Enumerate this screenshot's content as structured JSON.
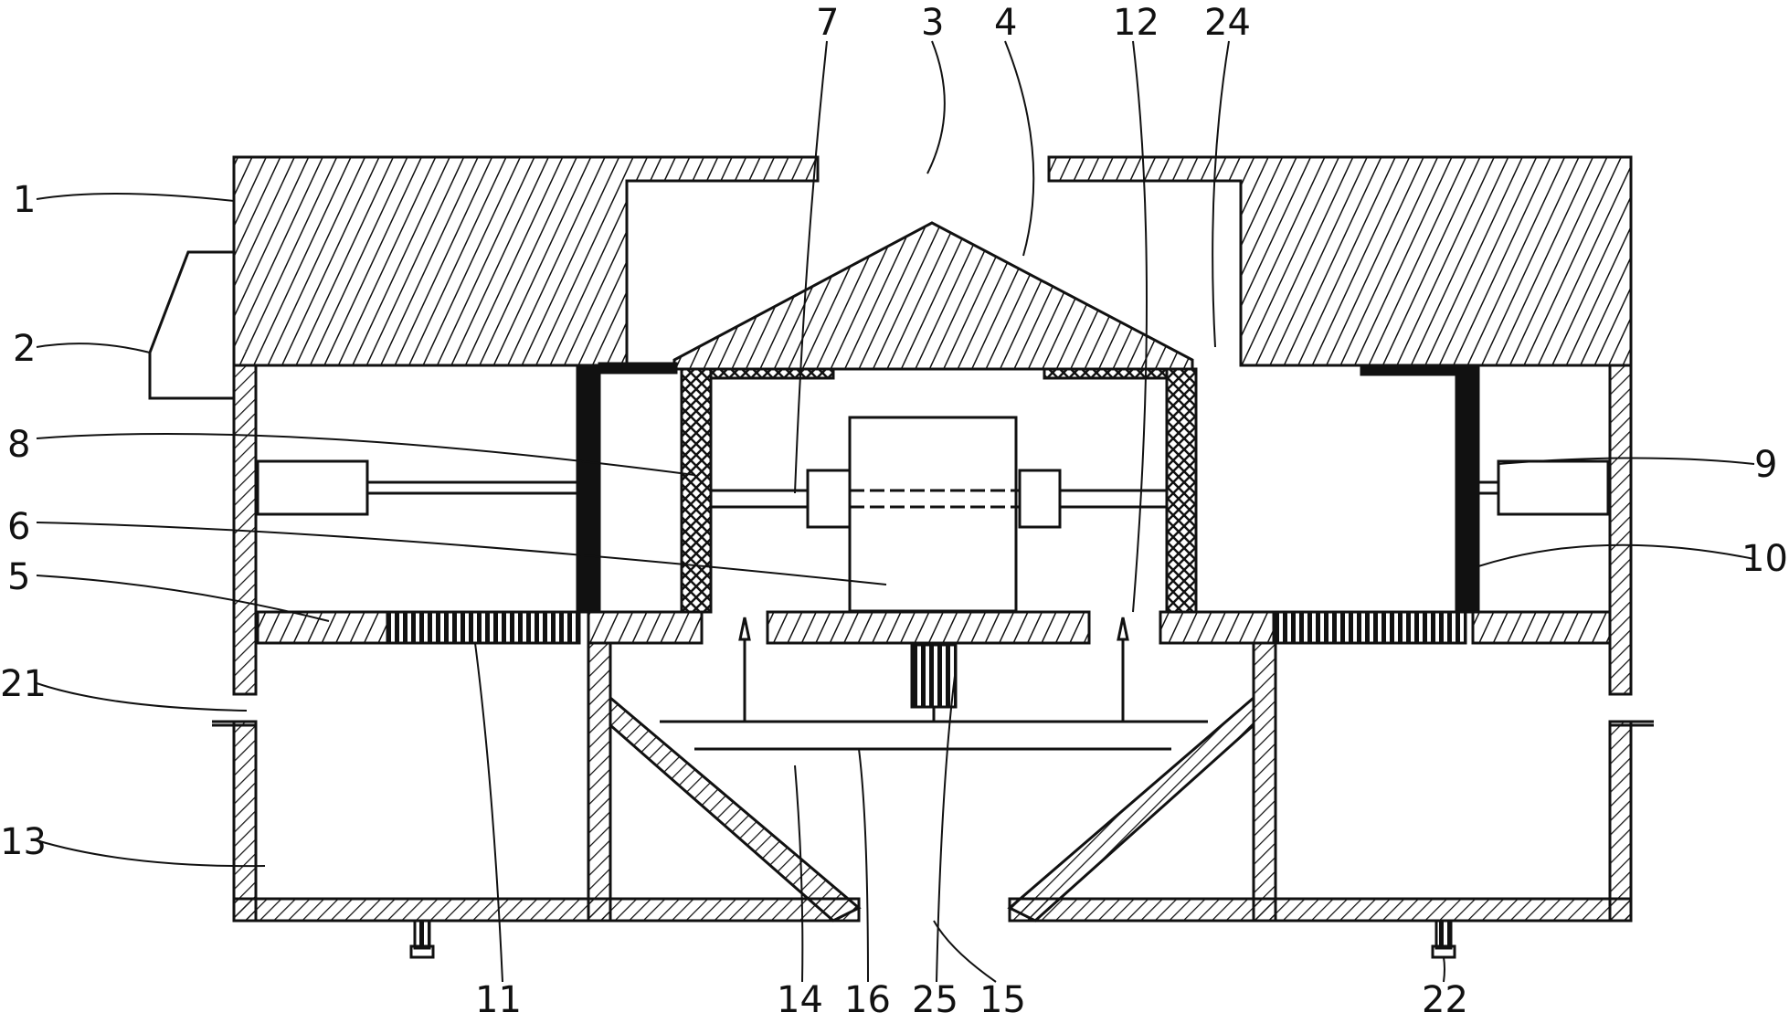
{
  "labels": {
    "l1": "1",
    "l2": "2",
    "l3": "3",
    "l4": "4",
    "l5": "5",
    "l6": "6",
    "l7": "7",
    "l8": "8",
    "l9": "9",
    "l10": "10",
    "l11": "11",
    "l12": "12",
    "l13": "13",
    "l14": "14",
    "l15": "15",
    "l16": "16",
    "l21": "21",
    "l22": "22",
    "l24": "24",
    "l25": "25"
  },
  "colors": {
    "line": "#111111",
    "background": "#ffffff"
  }
}
